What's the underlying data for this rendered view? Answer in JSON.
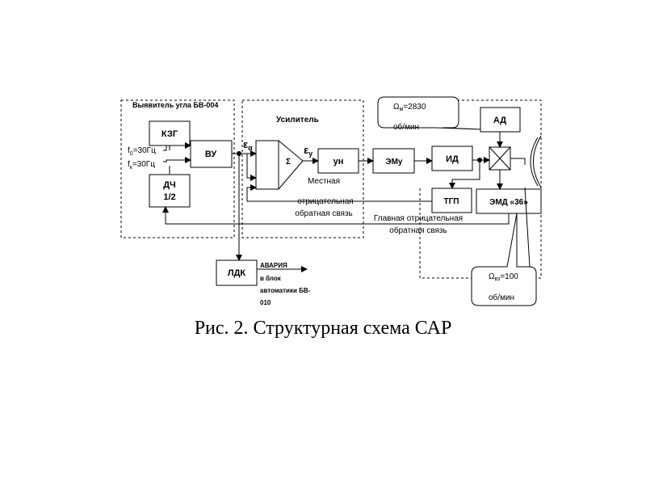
{
  "groups": {
    "detector": "Выявитель угла БВ-004",
    "amplifier": "Усилитель"
  },
  "blocks": {
    "kzg": "КЗГ",
    "dch_line1": "ДЧ",
    "dch_line2": "1/2",
    "vu": "ВУ",
    "sum": "Σ",
    "un": "ун",
    "emu": "ЭМу",
    "id": "ИД",
    "tgp": "ТГП",
    "ad": "АД",
    "emd": "ЭМД «36»",
    "ldk": "ЛДК"
  },
  "signals": {
    "f0_base": "f",
    "f0_sub": "0",
    "f0_rest": "=30Гц",
    "fk_base": "f",
    "fk_sub": "к",
    "fk_rest": "=30Гц",
    "eps_alpha": "ε",
    "eps_alpha_sub": "α",
    "eps_y": "ε",
    "eps_y_sub": "у"
  },
  "feedback": {
    "local_line1": "Местная",
    "local_line2": "отрицательная",
    "local_line3": "обратная связь",
    "main_line1": "Главная отрицательная",
    "main_line2": "обратная связь"
  },
  "callouts": {
    "motor_speed_symbol": "Ω",
    "motor_speed_sub": "м",
    "motor_speed_value": "=2830",
    "motor_speed_unit": "об/мин",
    "antenna_speed_symbol": "Ω",
    "antenna_speed_sub": "вз",
    "antenna_speed_value": "=100",
    "antenna_speed_unit": "об/мин"
  },
  "alarm": {
    "line1": "АВАРИЯ",
    "line2": "в блок",
    "line3": "автоматики  БВ-",
    "line4": "010"
  },
  "caption": "Рис. 2. Структурная схема САР"
}
